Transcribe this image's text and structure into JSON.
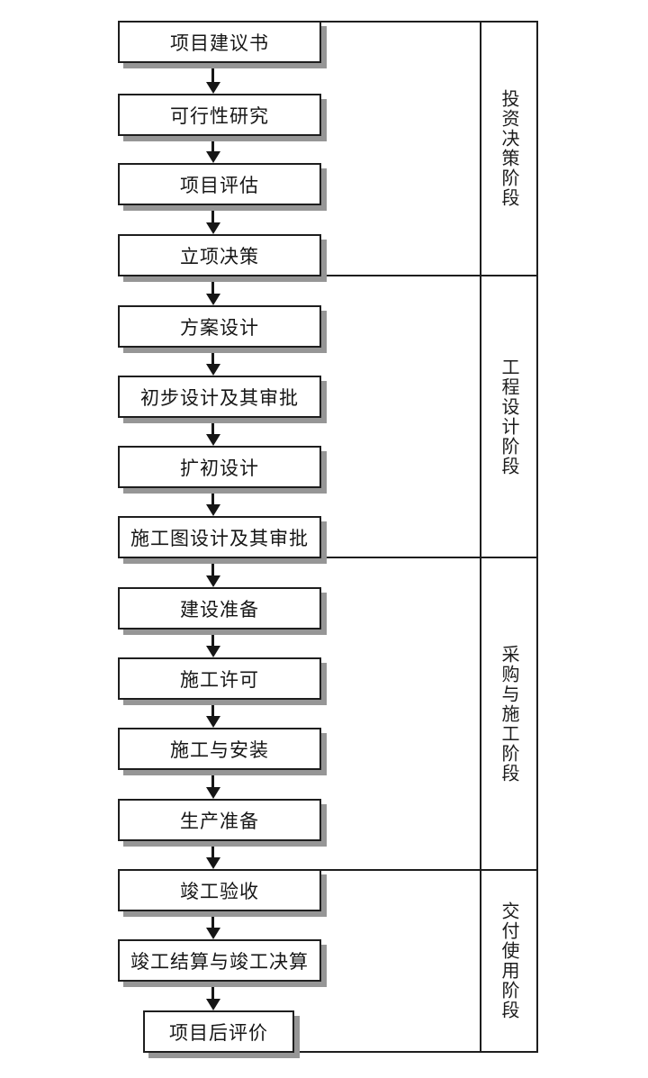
{
  "diagram": {
    "type": "flowchart",
    "direction": "top-to-bottom",
    "steps": [
      {
        "label": "项目建议书"
      },
      {
        "label": "可行性研究"
      },
      {
        "label": "项目评估"
      },
      {
        "label": "立项决策"
      },
      {
        "label": "方案设计"
      },
      {
        "label": "初步设计及其审批"
      },
      {
        "label": "扩初设计"
      },
      {
        "label": "施工图设计及其审批"
      },
      {
        "label": "建设准备"
      },
      {
        "label": "施工许可"
      },
      {
        "label": "施工与安装"
      },
      {
        "label": "生产准备"
      },
      {
        "label": "竣工验收"
      },
      {
        "label": "竣工结算与竣工决算"
      },
      {
        "label": "项目后评价"
      }
    ],
    "phases": [
      {
        "label": "投资决策阶段",
        "first_step": "项目建议书",
        "last_step": "立项决策"
      },
      {
        "label": "工程设计阶段",
        "first_step": "方案设计",
        "last_step": "施工图设计及其审批"
      },
      {
        "label": "采购与施工阶段",
        "first_step": "建设准备",
        "last_step": "生产准备"
      },
      {
        "label": "交付使用阶段",
        "first_step": "竣工验收",
        "last_step": "项目后评价"
      }
    ],
    "arrow_count": 14
  },
  "colors": {
    "background": "#ffffff",
    "line": "#1e1e1e",
    "box_fill": "#ffffff",
    "box_shadow": "#969696",
    "text": "#161616"
  }
}
